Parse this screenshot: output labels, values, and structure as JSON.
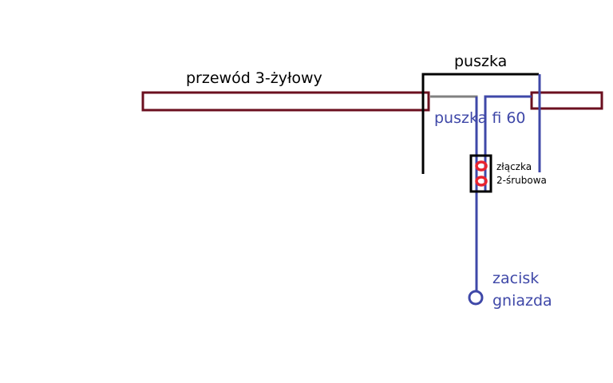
{
  "labels": {
    "cable": "przewód 3-żyłowy",
    "box": "puszka",
    "box_size": "puszka fi 60",
    "connector_line1": "złączka",
    "connector_line2": "2-śrubowa",
    "terminal_line1": "zacisk",
    "terminal_line2": "gniazda"
  },
  "colors": {
    "cable": "#6b0f1f",
    "box": "#000000",
    "wire_blue": "#3f48a8",
    "wire_gray": "#808080",
    "screw": "#e8232f"
  }
}
